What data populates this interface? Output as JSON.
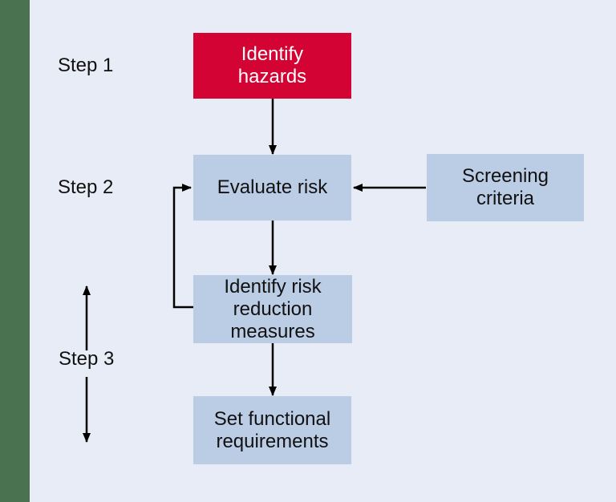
{
  "colors": {
    "page_bg": "#e8ecf6",
    "side_bar": "#4a7150",
    "node_red": "#d30434",
    "node_blue": "#bbcce5",
    "text_dark": "#111111",
    "text_light": "#ffffff",
    "arrow": "#000000"
  },
  "diagram": {
    "step_labels": [
      {
        "label": "Step 1"
      },
      {
        "label": "Step 2"
      },
      {
        "label": "Step 3"
      }
    ],
    "nodes": {
      "identify_hazards": "Identify\nhazards",
      "evaluate_risk": "Evaluate risk",
      "screening_criteria": "Screening\ncriteria",
      "identify_risk_reduction": "Identify risk\nreduction\nmeasures",
      "set_functional_requirements": "Set functional\nrequirements"
    }
  }
}
